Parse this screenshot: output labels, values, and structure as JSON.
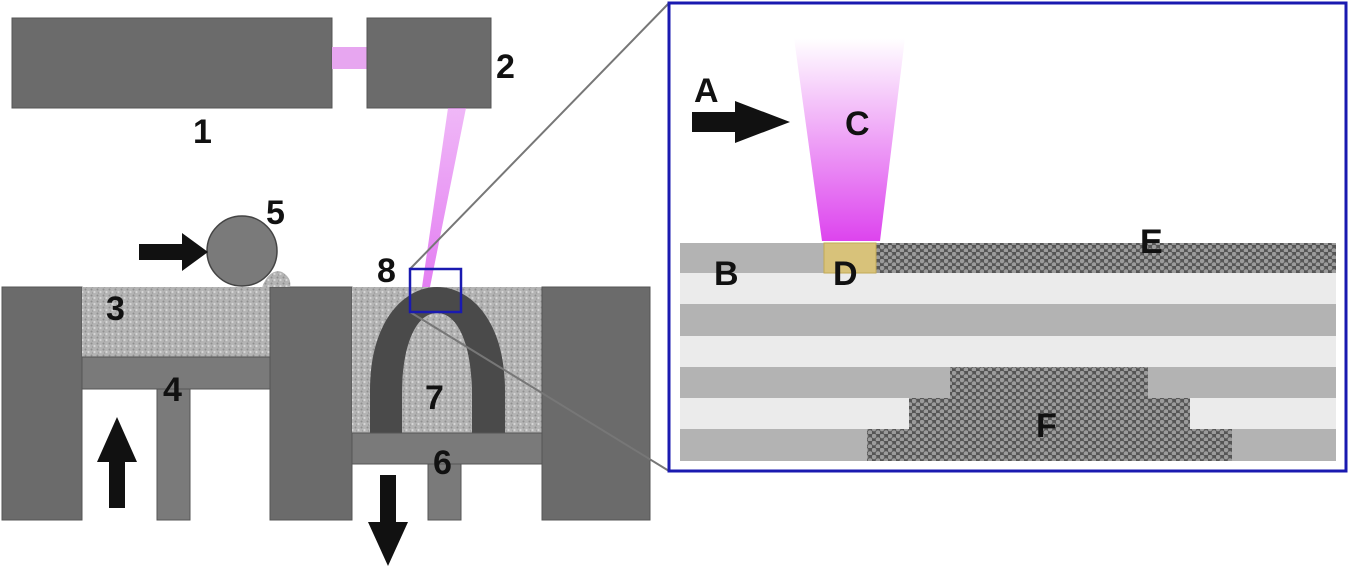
{
  "labels": {
    "laser_source": "1",
    "scanner": "2",
    "powder_supply": "3",
    "supply_piston": "4",
    "roller": "5",
    "build_piston": "6",
    "part": "7",
    "focus_region": "8"
  },
  "inset_labels": {
    "scan_direction": "A",
    "powder_layers": "B",
    "laser_beam": "C",
    "melt_pool": "D",
    "solidified_layer": "E",
    "prior_layers": "F"
  },
  "colors": {
    "machine_gray": "#6b6b6b",
    "piston_gray": "#7a7a7a",
    "part_dark": "#4a4a4a",
    "powder": "#a9a9a9",
    "beam_magenta": "#dd44ee",
    "inset_border": "#1a1ab0",
    "layer_dark": "#b3b3b3",
    "layer_light": "#ebebeb",
    "melt_pool": "#d8c27a",
    "arrow": "#111111"
  }
}
